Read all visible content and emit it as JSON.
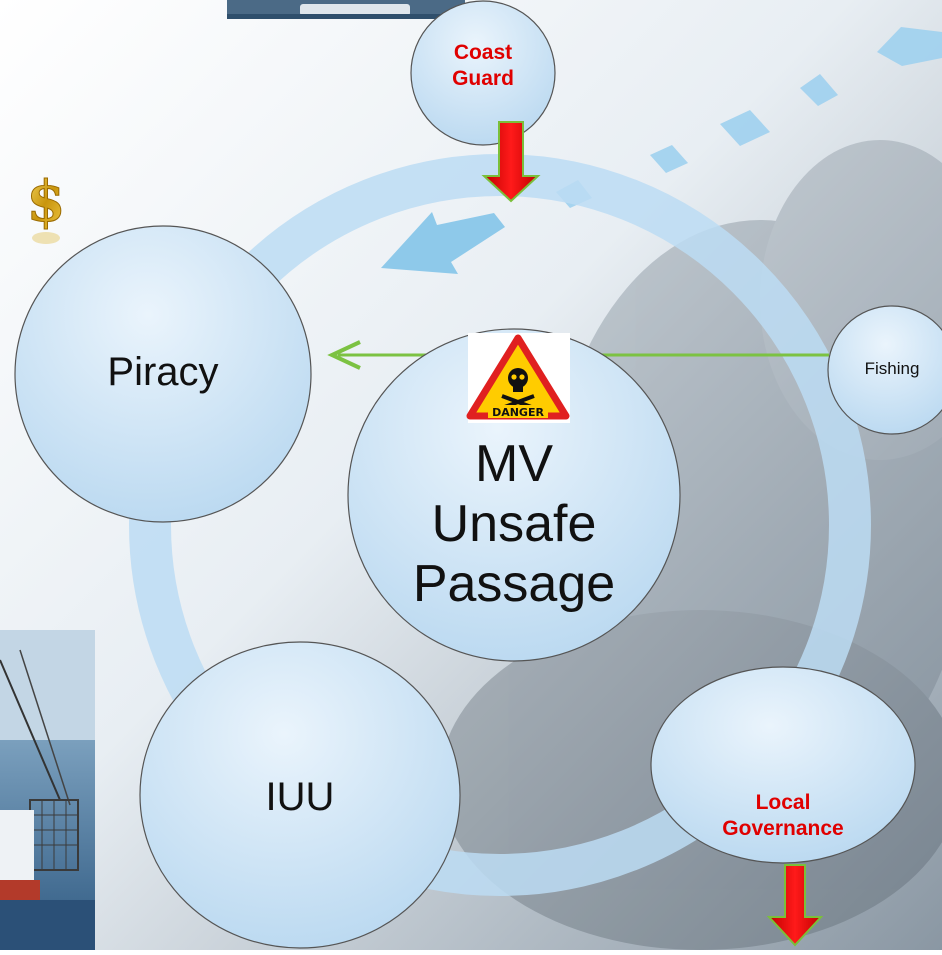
{
  "nodes": {
    "center": {
      "line1": "MV",
      "line2": "Unsafe",
      "line3": "Passage"
    },
    "piracy": {
      "label": "Piracy"
    },
    "iuu": {
      "label": "IUU"
    },
    "fishing": {
      "label": "Fishing"
    },
    "coast_guard": {
      "line1": "Coast",
      "line2": "Guard"
    },
    "local_governance": {
      "line1": "Local",
      "line2": "Governance"
    }
  },
  "sign": {
    "text": "DANGER"
  },
  "dollar": {
    "text": "$"
  },
  "colors": {
    "red_text": "#e00000",
    "red_arrow": "#e01010",
    "green_arrow": "#7cc242",
    "ring": "#bcdcf3",
    "blue_arrow": "#8ec9ea",
    "bubble_fill": "#cfe4f6",
    "warning_sign": "#ffcc00"
  }
}
